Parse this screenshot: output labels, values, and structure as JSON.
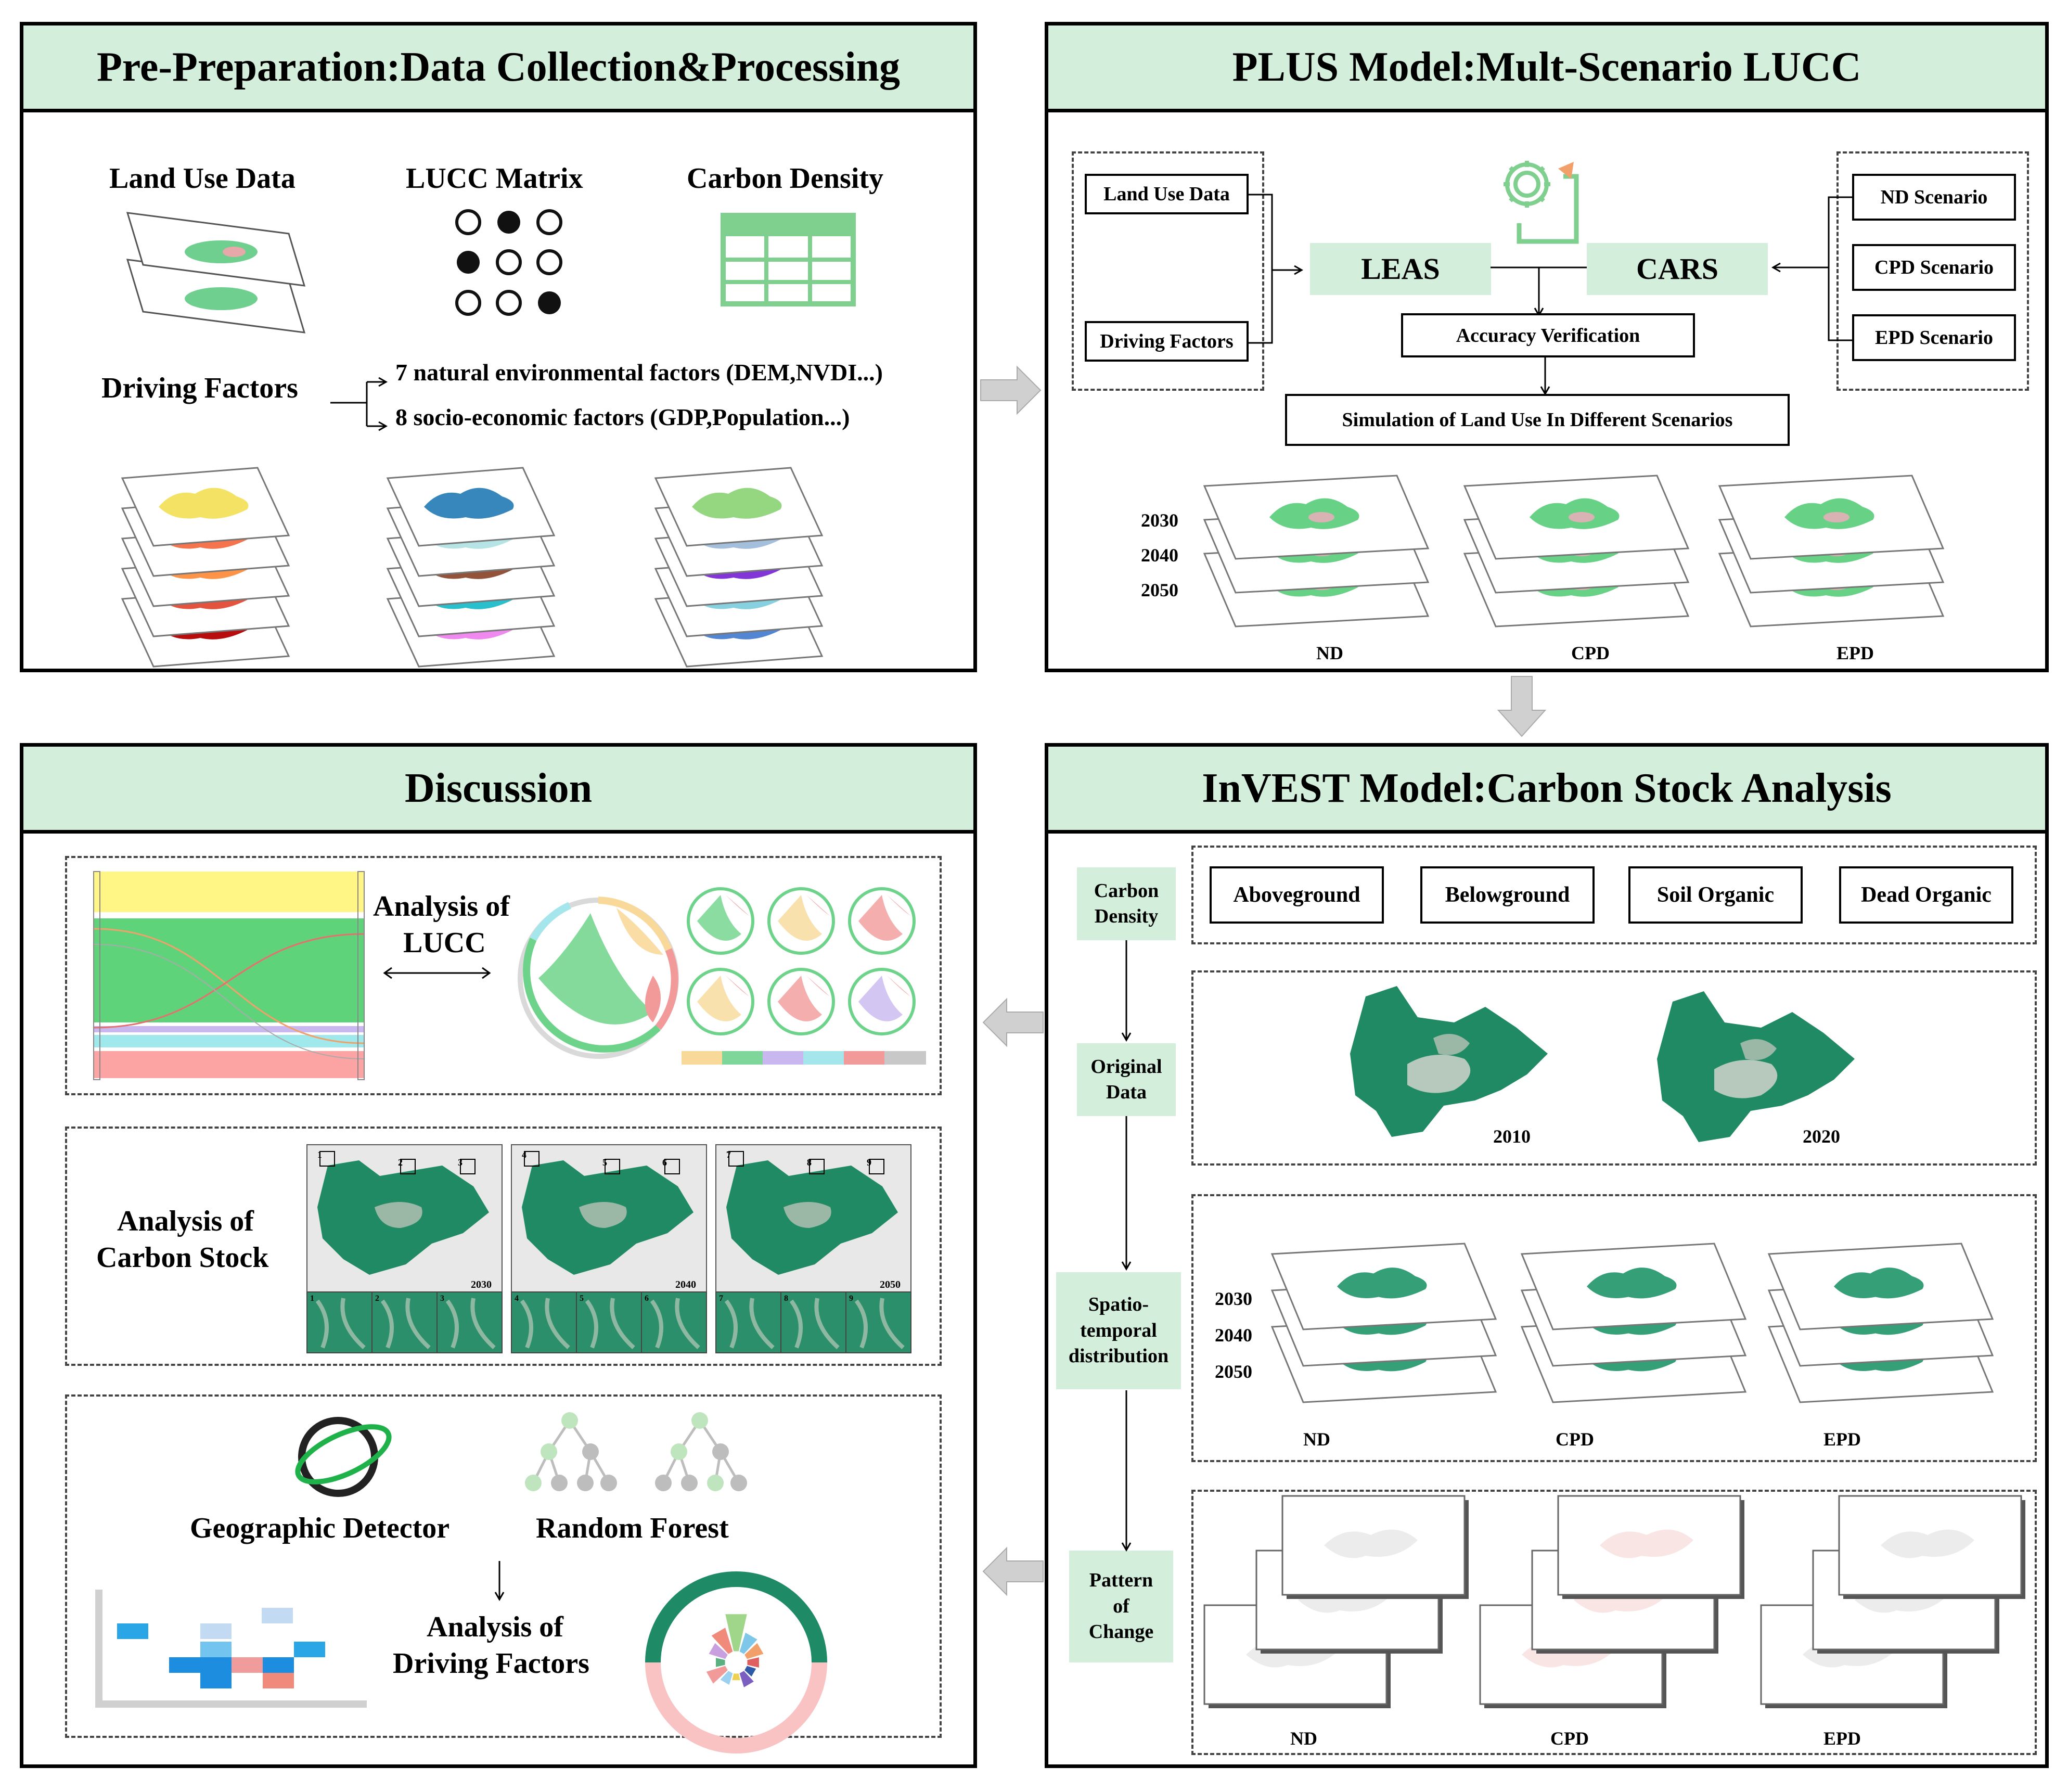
{
  "panels": {
    "pre": {
      "title": "Pre-Preparation:Data Collection&Processing",
      "land_use_data": "Land Use Data",
      "lucc_matrix": "LUCC Matrix",
      "carbon_density": "Carbon Density",
      "driving_factors": "Driving Factors",
      "natural_factors": "7 natural environmental factors (DEM,NVDI...)",
      "socio_factors": "8 socio-economic factors (GDP,Population...)"
    },
    "plus": {
      "title": "PLUS Model:Mult-Scenario LUCC",
      "land_use_data": "Land Use Data",
      "driving_factors": "Driving Factors",
      "leas": "LEAS",
      "cars": "CARS",
      "accuracy": "Accuracy Verification",
      "simulation": "Simulation of Land Use In Different Scenarios",
      "nd_scenario": "ND Scenario",
      "cpd_scenario": "CPD Scenario",
      "epd_scenario": "EPD Scenario",
      "years": [
        "2030",
        "2040",
        "2050"
      ],
      "nd": "ND",
      "cpd": "CPD",
      "epd": "EPD"
    },
    "invest": {
      "title": "InVEST Model:Carbon Stock Analysis",
      "carbon_density": "Carbon\nDensity",
      "original_data": "Original\nData",
      "spatio": "Spatio-\ntemporal\ndistribution",
      "pattern": "Pattern\nof\nChange",
      "aboveground": "Aboveground",
      "belowground": "Belowground",
      "soil_organic": "Soil Organic",
      "dead_organic": "Dead Organic",
      "y2010": "2010",
      "y2020": "2020",
      "years": [
        "2030",
        "2040",
        "2050"
      ],
      "nd": "ND",
      "cpd": "CPD",
      "epd": "EPD"
    },
    "discussion": {
      "title": "Discussion",
      "analysis_lucc_1": "Analysis of",
      "analysis_lucc_2": "LUCC",
      "analysis_carbon_1": "Analysis of",
      "analysis_carbon_2": "Carbon Stock",
      "map_years": [
        "2030",
        "2040",
        "2050"
      ],
      "map_nums": [
        [
          "1",
          "2",
          "3"
        ],
        [
          "4",
          "5",
          "6"
        ],
        [
          "7",
          "8",
          "9"
        ]
      ],
      "geo_detector": "Geographic Detector",
      "random_forest": "Random Forest",
      "analysis_driving_1": "Analysis of",
      "analysis_driving_2": "Driving Factors"
    }
  },
  "colors": {
    "header_green": "#d3eedb",
    "map_green": "#1f8a63",
    "light_green": "#7fd69a"
  }
}
